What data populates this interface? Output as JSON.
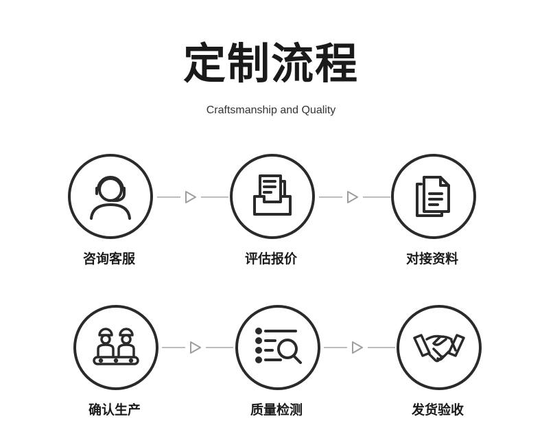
{
  "header": {
    "title": "定制流程",
    "subtitle": "Craftsmanship and Quality"
  },
  "steps": [
    {
      "label": "咨询客服",
      "icon": "customer-service-icon"
    },
    {
      "label": "评估报价",
      "icon": "document-tray-icon"
    },
    {
      "label": "对接资料",
      "icon": "files-icon"
    },
    {
      "label": "确认生产",
      "icon": "workers-production-icon"
    },
    {
      "label": "质量检测",
      "icon": "list-search-icon"
    },
    {
      "label": "发货验收",
      "icon": "handshake-icon"
    }
  ],
  "colors": {
    "stroke": "#2a2a2a",
    "connector": "#bdbdbd",
    "text": "#1a1a1a"
  }
}
